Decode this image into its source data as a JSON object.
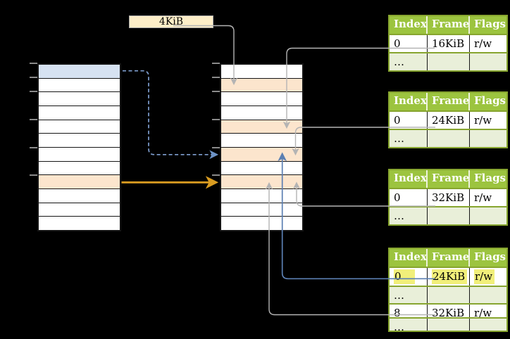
{
  "page_size_box": {
    "label": "4KiB"
  },
  "virtual_memory_column": {
    "row_count": 12,
    "blue_page_row": 1,
    "orange_page_row": 9,
    "tick_marks": 6
  },
  "physical_memory_column": {
    "row_count": 12,
    "orange_frame_rows": [
      2,
      5,
      7,
      9
    ],
    "tick_marks": 6
  },
  "page_tables": [
    {
      "headers": [
        "Index",
        "Frame",
        "Flags"
      ],
      "rows": [
        [
          "0",
          "16KiB",
          "r/w"
        ],
        [
          "…",
          "",
          ""
        ]
      ]
    },
    {
      "headers": [
        "Index",
        "Frame",
        "Flags"
      ],
      "rows": [
        [
          "0",
          "24KiB",
          "r/w"
        ],
        [
          "…",
          "",
          ""
        ]
      ]
    },
    {
      "headers": [
        "Index",
        "Frame",
        "Flags"
      ],
      "rows": [
        [
          "0",
          "32KiB",
          "r/w"
        ],
        [
          "…",
          "",
          ""
        ]
      ]
    },
    {
      "headers": [
        "Index",
        "Frame",
        "Flags"
      ],
      "rows": [
        [
          "0",
          "24KiB",
          "r/w"
        ],
        [
          "…",
          "",
          ""
        ],
        [
          "8",
          "32KiB",
          "r/w"
        ],
        [
          "…",
          "",
          ""
        ]
      ],
      "highlighted_row_index": 0
    }
  ],
  "arrows": [
    {
      "from": "page-size-box-4KiB",
      "to": "physical-frame-row-2",
      "style": "gray"
    },
    {
      "from": "virtual-blue-page",
      "to": "physical-frame-row-7",
      "style": "blue-dashed"
    },
    {
      "from": "virtual-orange-page",
      "to": "physical-frame-row-9",
      "style": "yellow-solid"
    },
    {
      "from": "page-table-1-frame-16KiB",
      "to": "physical-frame-row-5",
      "style": "gray"
    },
    {
      "from": "page-table-2-frame-24KiB",
      "to": "physical-frame-row-7",
      "style": "gray"
    },
    {
      "from": "page-table-3-frame-32KiB",
      "to": "physical-frame-row-9",
      "style": "gray"
    },
    {
      "from": "page-table-4-frame-24KiB",
      "to": "physical-frame-row-7",
      "style": "blue-solid"
    },
    {
      "from": "page-table-4-frame-32KiB",
      "to": "physical-frame-row-9",
      "style": "gray"
    }
  ],
  "colors": {
    "table_header_green": "#9cc43f",
    "table_border_green": "#87a52f",
    "table_alt_row_green": "#e9efd9",
    "frame_orange": "#fce5cd",
    "page_blue": "#d6e2f2",
    "page_size_box_fill": "#fdeec8",
    "highlight_yellow": "#f1ef7a",
    "arrow_gray": "#b4b4b4",
    "arrow_blue_dashed": "#7f9fd1",
    "arrow_blue_solid": "#5b7fb2",
    "arrow_yellow": "#d99c21",
    "tick_gray": "#8a8a8a"
  }
}
